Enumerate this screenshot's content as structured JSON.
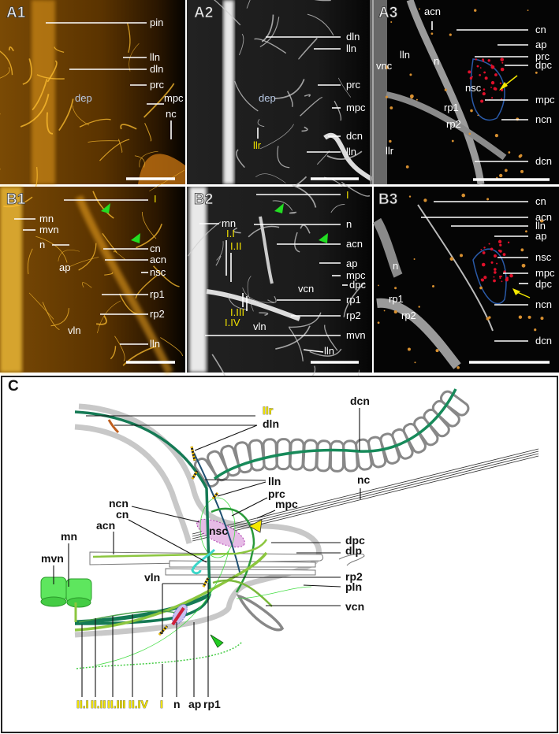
{
  "panels": {
    "A1": {
      "tag": "A1",
      "labels": [
        "pin",
        "lln",
        "dln",
        "prc",
        "mpc",
        "nc",
        "dep"
      ]
    },
    "A2": {
      "tag": "A2",
      "labels": [
        "dln",
        "lln",
        "prc",
        "mpc",
        "dep",
        "llr",
        "dcn",
        "lln"
      ]
    },
    "A3": {
      "tag": "A3",
      "labels": [
        "acn",
        "cn",
        "ap",
        "prc",
        "dpc",
        "mpc",
        "ncn",
        "dcn",
        "lln",
        "n",
        "vnc",
        "nsc",
        "rp1",
        "rp2",
        "llr"
      ]
    },
    "B1": {
      "tag": "B1",
      "labels": [
        "I",
        "mn",
        "mvn",
        "n",
        "cn",
        "acn",
        "ap",
        "nsc",
        "rp1",
        "rp2",
        "vln",
        "lln"
      ]
    },
    "B2": {
      "tag": "B2",
      "labels": [
        "I",
        "mn",
        "n",
        "acn",
        "ap",
        "mpc",
        "dpc",
        "rp1",
        "vcn",
        "rp2",
        "mvn",
        "vln",
        "lln",
        "I.I",
        "I.II",
        "I.III",
        "I.IV"
      ]
    },
    "B3": {
      "tag": "B3",
      "labels": [
        "cn",
        "acn",
        "lln",
        "ap",
        "nsc",
        "mpc",
        "dpc",
        "ncn",
        "dcn",
        "n",
        "rp1",
        "rp2"
      ]
    },
    "C": {
      "tag": "C",
      "labels": [
        "IIr",
        "dln",
        "dcn",
        "lln",
        "nc",
        "prc",
        "mpc",
        "ncn",
        "cn",
        "acn",
        "mn",
        "mvn",
        "dpc",
        "dlp",
        "rp2",
        "pln",
        "vcn",
        "vln",
        "nsc",
        "II.I",
        "II.II",
        "II.III",
        "II.IV",
        "I",
        "n",
        "ap",
        "rp1"
      ]
    }
  },
  "colors": {
    "orange_stain": "#ffb020",
    "highlight_label": "#f0e000",
    "arrowhead_green": "#22dd22",
    "arrow_yellow": "#f5e800",
    "nerve_dark_green": "#157a55",
    "nerve_light_green": "#8cc63f",
    "nsc_red": "#e0102a"
  },
  "icons": {
    "green_arrowhead": "arrowhead-icon",
    "yellow_arrow": "arrow-icon"
  }
}
